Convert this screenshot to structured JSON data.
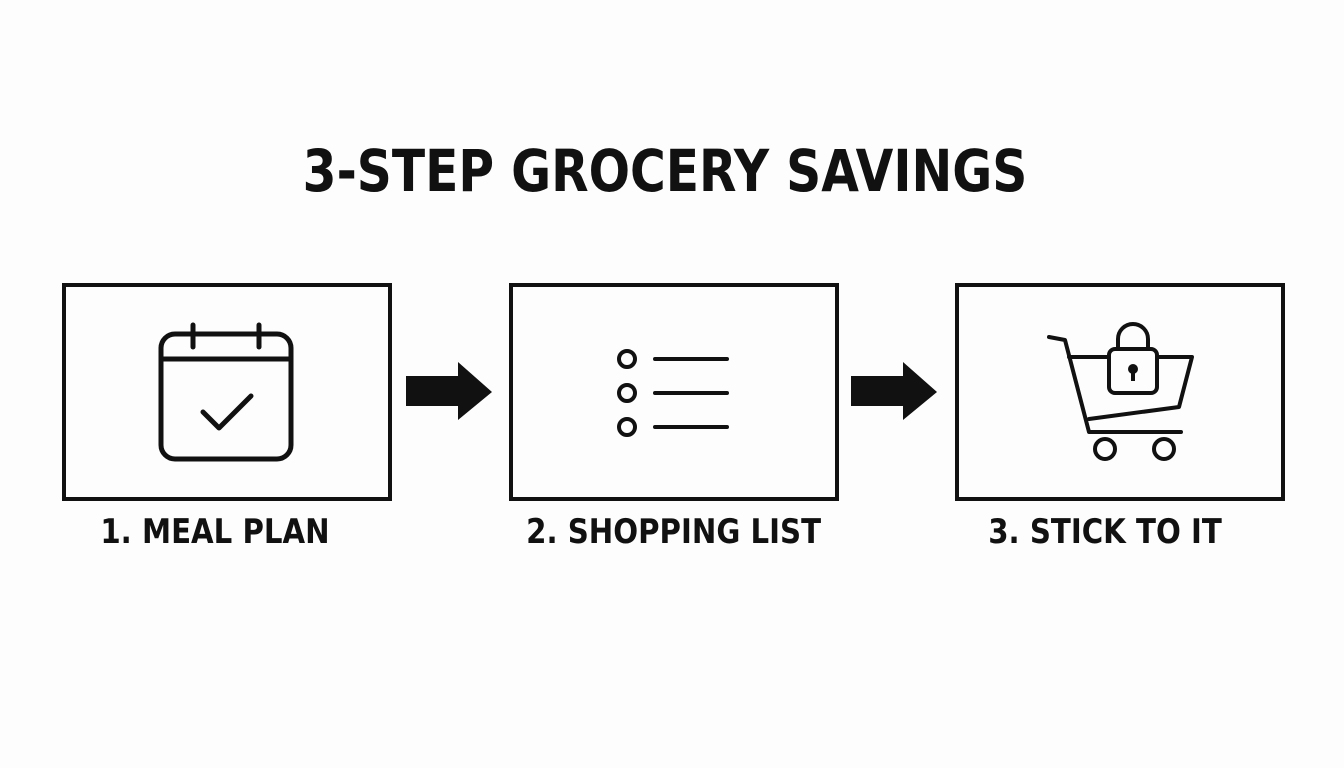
{
  "diagram": {
    "title": "3-STEP GROCERY SAVINGS",
    "steps": [
      {
        "label": "1. MEAL PLAN",
        "icon": "calendar-check-icon"
      },
      {
        "label": "2. SHOPPING LIST",
        "icon": "bullet-list-icon"
      },
      {
        "label": "3. STICK TO IT",
        "icon": "cart-lock-icon"
      }
    ],
    "connector_icon": "right-arrow-icon",
    "colors": {
      "background": "#fdfdfd",
      "ink": "#111111"
    }
  }
}
